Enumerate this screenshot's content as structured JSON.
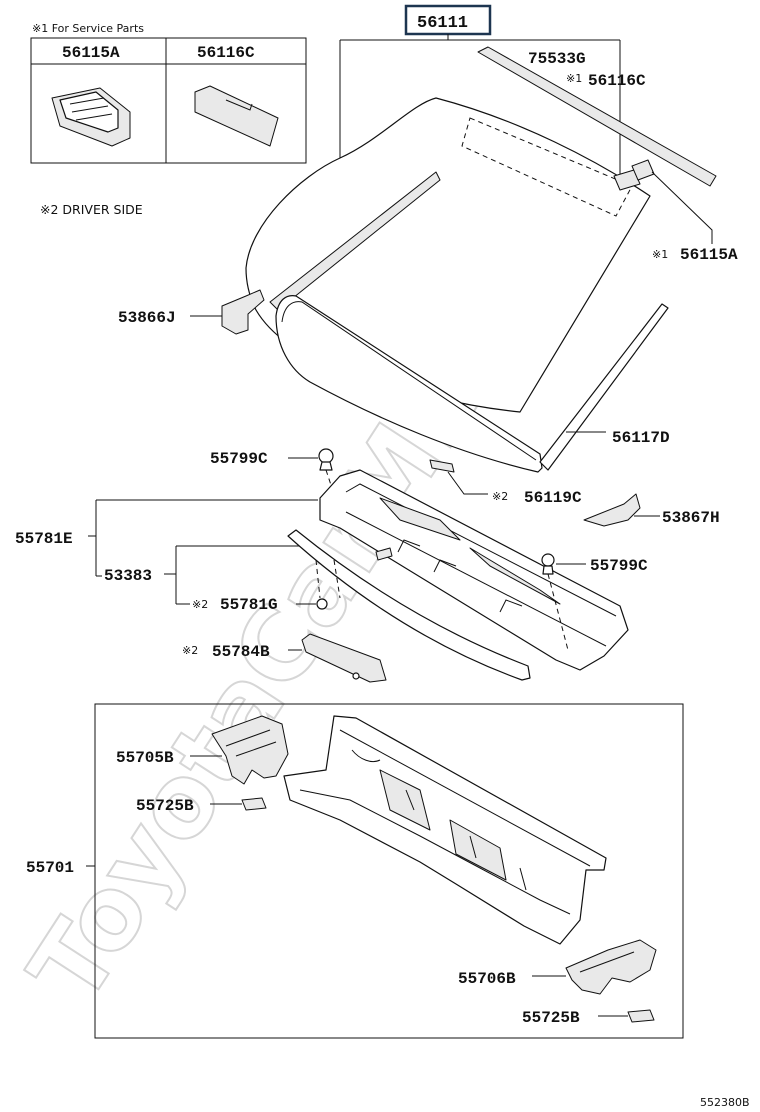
{
  "watermark": "ToyotaCarMine.ru",
  "service_parts": {
    "title": "※1 For Service Parts",
    "col1": "56115A",
    "col2": "56116C"
  },
  "driver_side_note": "※2  DRIVER SIDE",
  "part_labels": {
    "p56111": "56111",
    "p75533G": "75533G",
    "p56116C": "56116C",
    "p56115A": "56115A",
    "p53866J": "53866J",
    "p56117D": "56117D",
    "p55799C_a": "55799C",
    "p56119C": "56119C",
    "p53867H": "53867H",
    "p55781E": "55781E",
    "p53383": "53383",
    "p55799C_b": "55799C",
    "p55781G": "55781G",
    "p55784B": "55784B",
    "p55705B": "55705B",
    "p55725B_a": "55725B",
    "p55701": "55701",
    "p55706B": "55706B",
    "p55725B_b": "55725B"
  },
  "marks": {
    "m1_56116C": "※1",
    "m1_56115A": "※1",
    "m2_56119C": "※2",
    "m2_55781G": "※2",
    "m2_55784B": "※2"
  },
  "diagram_code": "552380B"
}
